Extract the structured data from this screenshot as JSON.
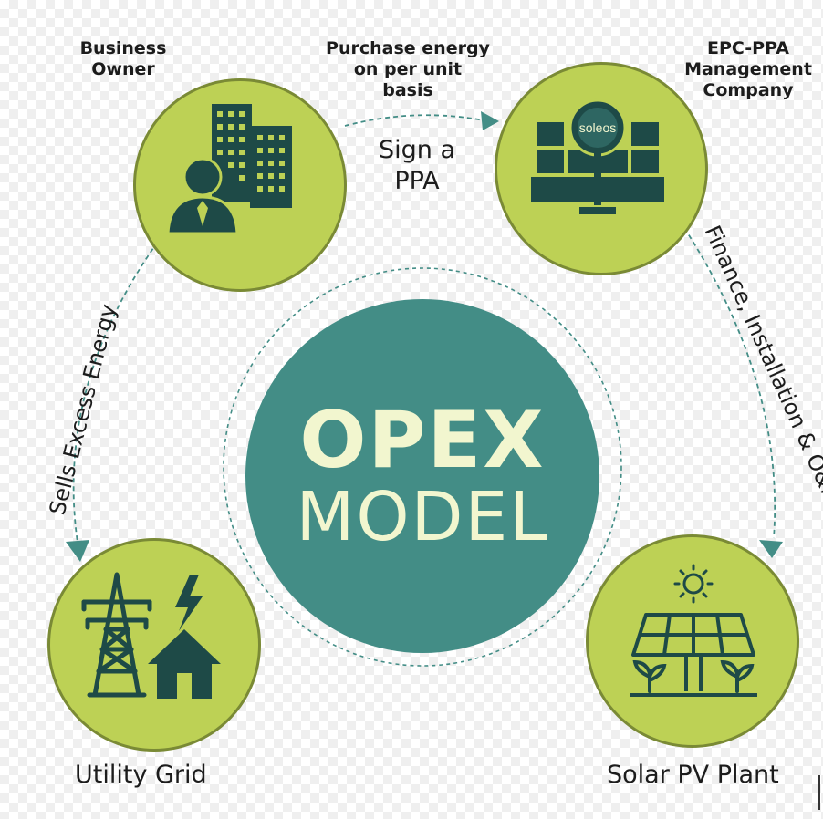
{
  "center": {
    "line1": "OPEX",
    "line2": "MODEL"
  },
  "nodes": {
    "business_owner": {
      "label": "Business\nOwner"
    },
    "epc_ppa": {
      "label": "EPC-PPA\nManagement\nCompany",
      "logo_text": "soleos"
    },
    "utility_grid": {
      "label": "Utility Grid"
    },
    "solar_pv": {
      "label": "Solar PV Plant"
    }
  },
  "edges": {
    "purchase": {
      "label": "Purchase energy\non per unit\nbasis"
    },
    "sign_ppa": {
      "label": "Sign a\nPPA"
    },
    "finance": {
      "label": "Finance, Installation & O&M"
    },
    "sells": {
      "label": "Sells Excess Energy"
    }
  },
  "colors": {
    "node_fill": "#bdd155",
    "node_icon": "#1e4a47",
    "center_fill": "#438d86",
    "center_text": "#f2f6cf",
    "arrow": "#438d86"
  }
}
